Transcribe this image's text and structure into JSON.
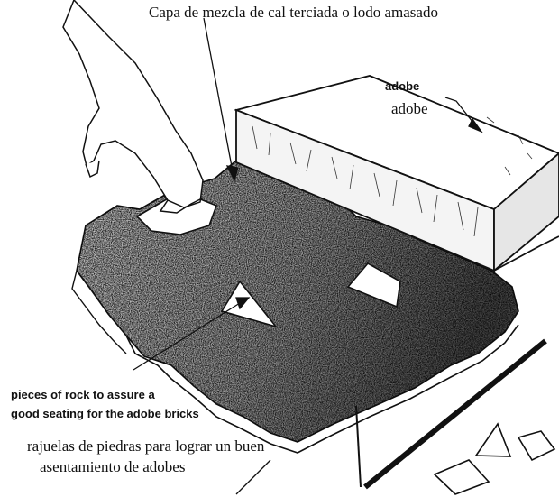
{
  "labels": {
    "mortar_layer_es": "Capa de mezcla de cal terciada o lodo amasado",
    "adobe_en": "adobe",
    "adobe_es": "adobe",
    "rock_pieces_en_line1": "pieces of rock to assure a",
    "rock_pieces_en_line2": "good seating for the adobe bricks",
    "rock_pieces_es_line1": "rajuelas de piedras para lograr un buen",
    "rock_pieces_es_line2": "asentamiento de adobes"
  }
}
